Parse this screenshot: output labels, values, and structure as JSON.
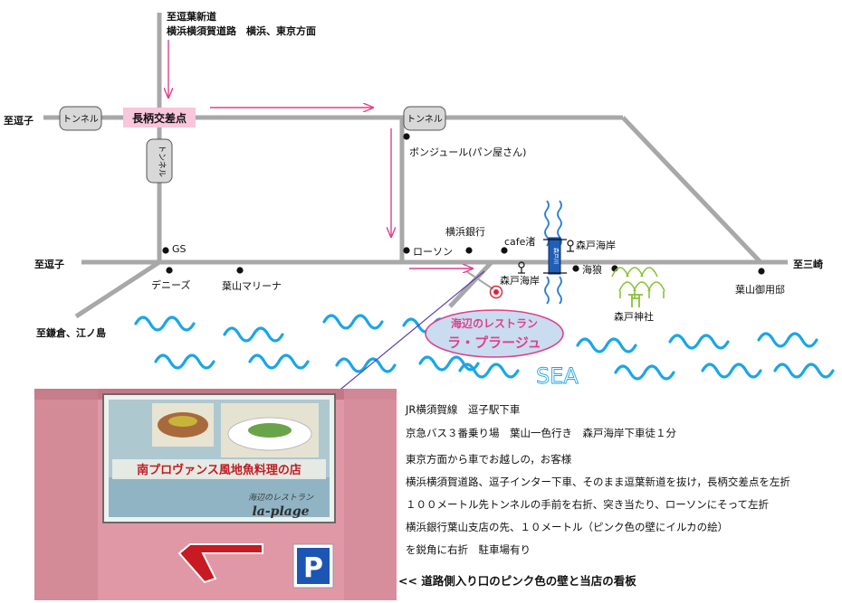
{
  "map": {
    "directions": {
      "zushi_top": "至逗子",
      "zushi_mid": "至逗子",
      "kamakura": "至鎌倉、江ノ島",
      "misaki": "至三崎",
      "top_line1": "至逗葉新道",
      "top_line2": "横浜横須賀道路　横浜、東京方面"
    },
    "tunnels": {
      "left": "トンネル",
      "right": "トンネル",
      "vertical": "トンネル"
    },
    "intersection": "長柄交差点",
    "bridge_label": "森戸川",
    "landmarks": {
      "bonjour": "ボンジュール(パン屋さん)",
      "yokohama_bank": "横浜銀行",
      "lawson": "ローソン",
      "cafe": "cafe渚",
      "gs": "GS",
      "dennys": "デニーズ",
      "marina": "葉山マリーナ",
      "morito_kaigan_left": "森戸海岸",
      "morito_kaigan_right": "森戸海岸",
      "haroh": "海狼",
      "shrine": "森戸神社",
      "goyotei": "葉山御用邸"
    },
    "restaurant": {
      "line1": "海辺のレストラン",
      "line2": "ラ・プラージュ"
    },
    "sea_label": "SEA"
  },
  "photo": {
    "sign_main": "南プロヴァンス風地魚料理の店",
    "sign_sub": "海辺のレストラン",
    "sign_brand": "la-plage",
    "parking": "P"
  },
  "info": {
    "line1": "JR横須賀線　逗子駅下車",
    "line2": "京急バス３番乗り場　葉山一色行き　森戸海岸下車徒１分",
    "line3": "東京方面から車でお越しの，お客様",
    "line4": "横浜横須賀道路、逗子インター下車、そのまま逗葉新道を抜け，長柄交差点を左折",
    "line5": "１００メートル先トンネルの手前を右折、突き当たり、ローソンにそって左折",
    "line6": "横浜銀行葉山支店の先、１０メートル（ピンク色の壁にイルカの絵）",
    "line7": "を鋭角に右折　駐車場有り"
  },
  "caption": "<< 道路側入り口のピンク色の壁と当店の看板",
  "colors": {
    "road": "#a8a8a8",
    "route_arrow": "#e0408a",
    "intersection_bg": "#f9c6dc",
    "sea_wave": "#1aa6e6",
    "restaurant_bubble": "#c9dcf0",
    "restaurant_text": "#e0408a",
    "shrine_green": "#8ac13a",
    "pointer_line": "#5d3ea8"
  }
}
